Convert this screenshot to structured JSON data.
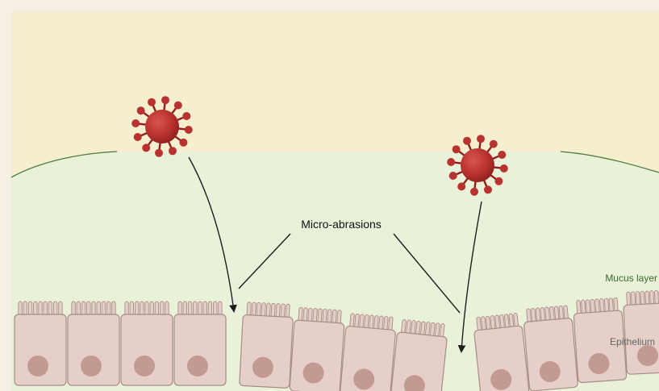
{
  "diagram": {
    "callout_label": "Micro-abrasions",
    "mucus_label": "Mucus layer",
    "epithelium_label": "Epithelium",
    "icons": {
      "virus": "virus-icon",
      "cell": "epithelial-cell"
    },
    "colors": {
      "page_background": "#f7efe6",
      "lumen": "#f5efd0",
      "mucus": "#e9f2d8",
      "mucus_outline": "#4e7a3a",
      "cell_fill": "#e6cfc9",
      "cell_stroke": "#a88c86",
      "nucleus": "#c39a92",
      "virus": "#b8322f",
      "virus_dark": "#8e1f1d",
      "arrow": "#1e1e1e",
      "mucus_label": "#3b6a2e",
      "epithelium_label": "#666666"
    }
  }
}
